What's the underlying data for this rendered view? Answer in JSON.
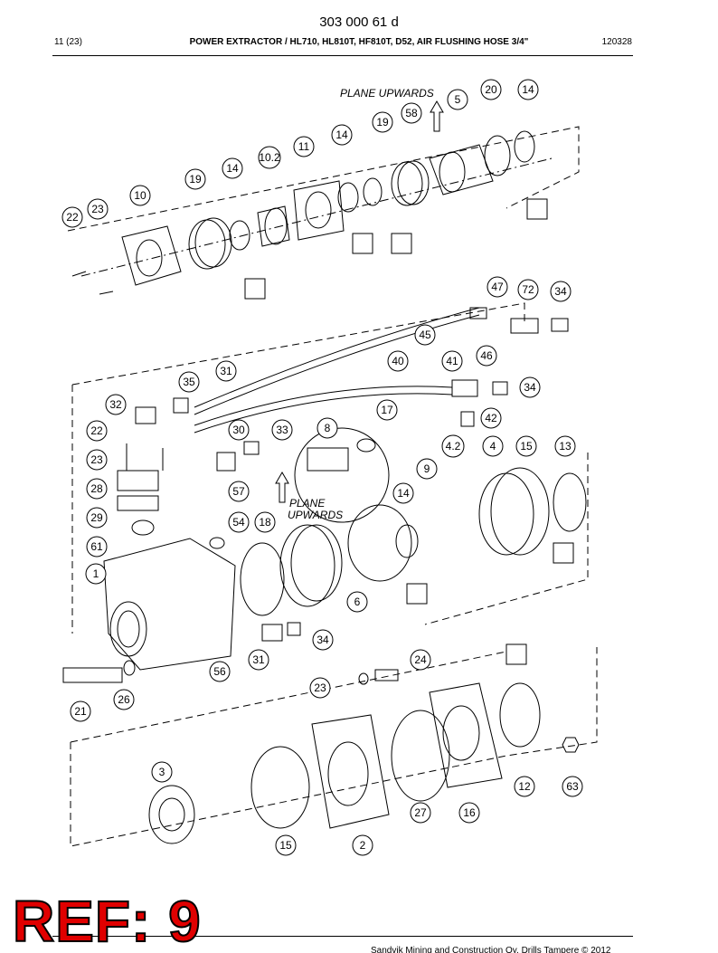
{
  "header": {
    "doc_number": "303 000 61 d",
    "page": "11 (23)",
    "title": "POWER EXTRACTOR / HL710, HL810T, HF810T, D52, AIR FLUSHING HOSE 3/4\"",
    "code": "120328"
  },
  "annotations": {
    "plane_upwards_top": "PLANE UPWARDS",
    "plane_upwards_mid_1": "PLANE",
    "plane_upwards_mid_2": "UPWARDS"
  },
  "callouts": [
    "20",
    "14",
    "5",
    "58",
    "19",
    "14",
    "11",
    "10.2",
    "14",
    "19",
    "10",
    "23",
    "22",
    "47",
    "72",
    "34",
    "45",
    "46",
    "40",
    "41",
    "34",
    "31",
    "35",
    "32",
    "42",
    "17",
    "8",
    "22",
    "30",
    "33",
    "4.2",
    "4",
    "15",
    "13",
    "23",
    "9",
    "28",
    "57",
    "14",
    "29",
    "54",
    "18",
    "61",
    "1",
    "6",
    "34",
    "31",
    "56",
    "24",
    "23",
    "21",
    "26",
    "3",
    "12",
    "63",
    "27",
    "16",
    "15",
    "2"
  ],
  "ref_badge": "REF: 9",
  "footer": {
    "copyright": "Sandvik Mining and Construction Oy, Drills Tampere © 2012"
  }
}
